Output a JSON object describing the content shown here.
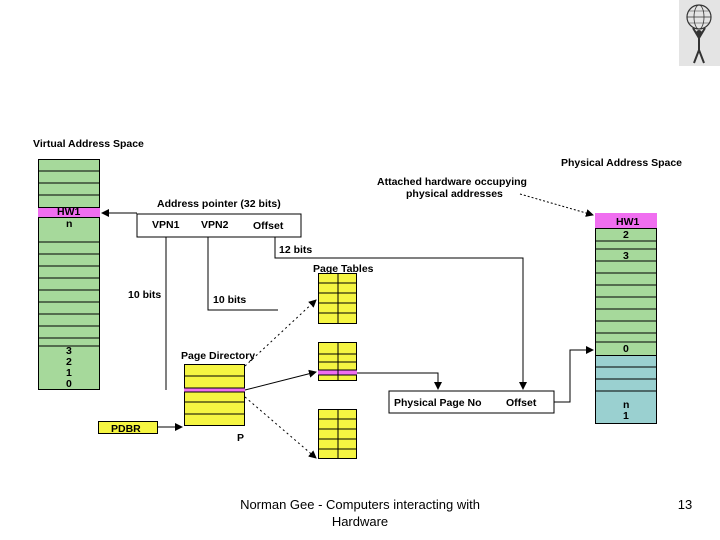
{
  "virtual_space": {
    "title": "Virtual Address Space",
    "hw_label": "HW1",
    "hw_index": "n",
    "low_indices": [
      "3",
      "2",
      "1",
      "0"
    ]
  },
  "address_pointer": {
    "title": "Address pointer (32 bits)",
    "fields": [
      "VPN1",
      "VPN2",
      "Offset"
    ]
  },
  "bits": {
    "twelve": "12 bits",
    "ten_a": "10 bits",
    "ten_b": "10 bits"
  },
  "page_tables_label": "Page Tables",
  "page_directory_label": "Page Directory",
  "pdbr_label": "PDBR",
  "p_label": "P",
  "physical_address": {
    "fields": [
      "Physical Page No",
      "Offset"
    ]
  },
  "physical_space": {
    "title": "Physical Address Space",
    "attached_note": [
      "Attached hardware occupying",
      "physical addresses"
    ],
    "hw_label": "HW1",
    "hw_index": "2",
    "index_3": "3",
    "index_0": "0",
    "bottom_indices": [
      "n",
      "1"
    ]
  },
  "colors": {
    "green": "#a6d99b",
    "pink": "#f06ef0",
    "yellow": "#f5f542",
    "teal": "#9ad0d0"
  },
  "footer": {
    "line1": "Norman Gee - Computers interacting with",
    "line2": "Hardware",
    "page_number": "13"
  }
}
